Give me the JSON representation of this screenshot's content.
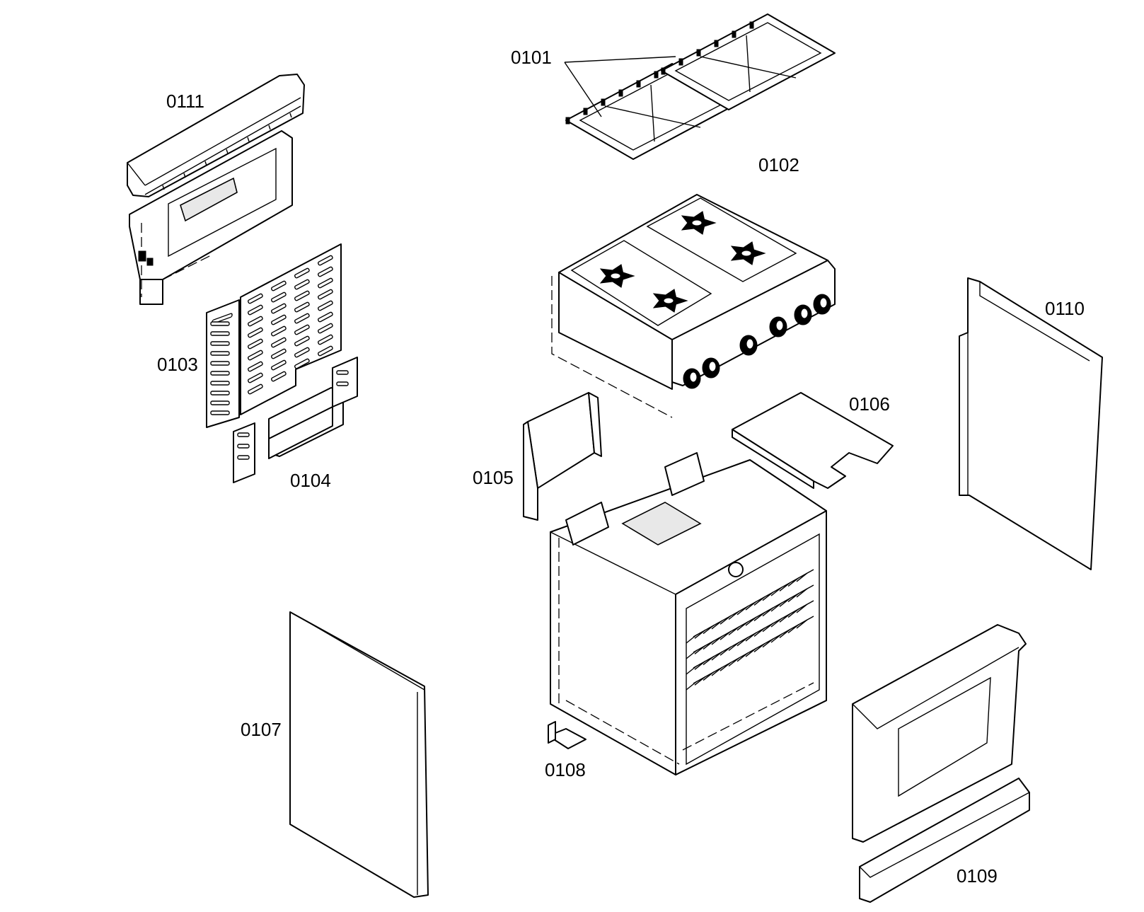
{
  "diagram": {
    "parts": [
      {
        "id": "p0101",
        "label": "0101"
      },
      {
        "id": "p0102",
        "label": "0102"
      },
      {
        "id": "p0103",
        "label": "0103"
      },
      {
        "id": "p0104",
        "label": "0104"
      },
      {
        "id": "p0105",
        "label": "0105"
      },
      {
        "id": "p0106",
        "label": "0106"
      },
      {
        "id": "p0107",
        "label": "0107"
      },
      {
        "id": "p0108",
        "label": "0108"
      },
      {
        "id": "p0109",
        "label": "0109"
      },
      {
        "id": "p0110",
        "label": "0110"
      },
      {
        "id": "p0111",
        "label": "0111"
      }
    ]
  }
}
